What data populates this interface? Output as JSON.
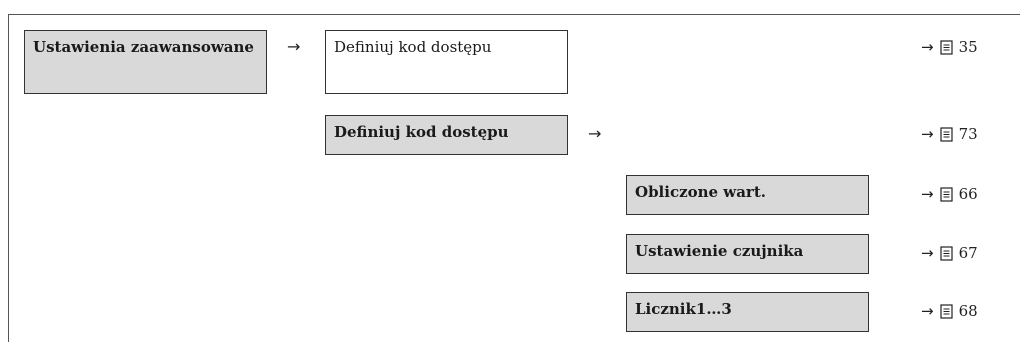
{
  "rows": [
    {
      "label": "Ustawienia zaawansowane",
      "arrow": "→"
    },
    {
      "label": "Definiuj kod dostępu",
      "ref_arrow": "→",
      "page": "35"
    },
    {
      "label": "Definiuj kod dostępu",
      "arrow": "→",
      "ref_arrow": "→",
      "page": "73"
    },
    {
      "label": "Obliczone wart.",
      "ref_arrow": "→",
      "page": "66"
    },
    {
      "label": "Ustawienie czujnika",
      "ref_arrow": "→",
      "page": "67"
    },
    {
      "label": "Licznik1…3",
      "ref_arrow": "→",
      "page": "68"
    }
  ],
  "icons": {
    "page_ref": "book-page-icon"
  }
}
